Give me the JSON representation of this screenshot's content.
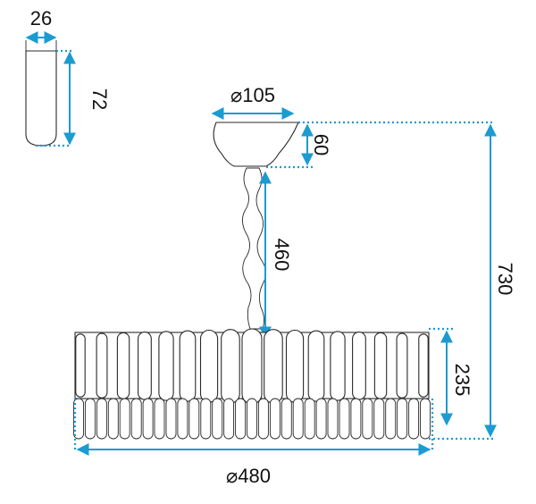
{
  "dimensions": {
    "crystal_width": "26",
    "crystal_height": "72",
    "canopy_diameter": "⌀105",
    "canopy_height": "60",
    "chain_length": "460",
    "total_height": "730",
    "lamp_height": "235",
    "lamp_diameter": "⌀480"
  },
  "colors": {
    "dimension": "#1b9bd1",
    "outline": "#2a2a2a",
    "text": "#111111"
  }
}
